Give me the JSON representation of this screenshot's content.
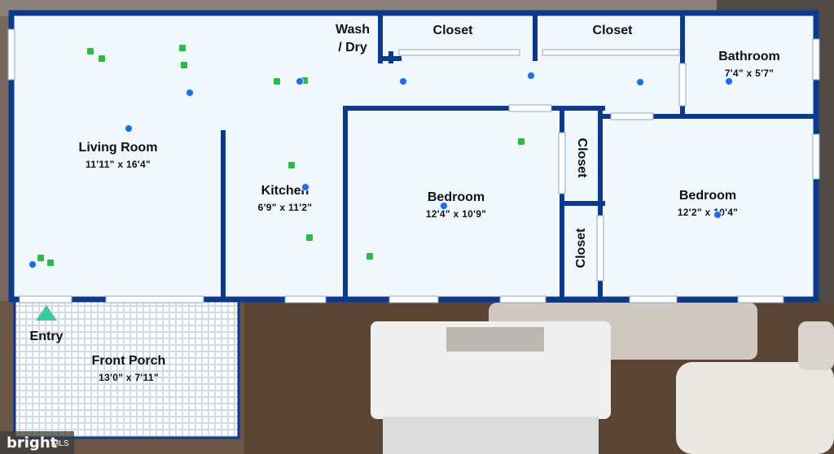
{
  "colors": {
    "wall": "#0b3a8c",
    "floor": "#f1f8fd",
    "marker_green": "#2db84a",
    "marker_blue": "#1e6fe0",
    "entry_arrow": "#3ec8a0"
  },
  "rooms": {
    "living": {
      "name": "Living Room",
      "dims": "11'11\" x 16'4\""
    },
    "kitchen": {
      "name": "Kitchen",
      "dims": "6'9\" x 11'2\""
    },
    "bedroom1": {
      "name": "Bedroom",
      "dims": "12'4\" x 10'9\""
    },
    "bedroom2": {
      "name": "Bedroom",
      "dims": "12'2\" x 10'4\""
    },
    "bathroom": {
      "name": "Bathroom",
      "dims": "7'4\" x 5'7\""
    },
    "porch": {
      "name": "Front Porch",
      "dims": "13'0\" x 7'11\""
    }
  },
  "labels": {
    "wash_line1": "Wash",
    "wash_line2": "/ Dry",
    "closet_top1": "Closet",
    "closet_top2": "Closet",
    "closet_v1": "Closet",
    "closet_v2": "Closet",
    "entry": "Entry"
  },
  "watermark": {
    "brand": "bright",
    "suffix": "MLS"
  }
}
